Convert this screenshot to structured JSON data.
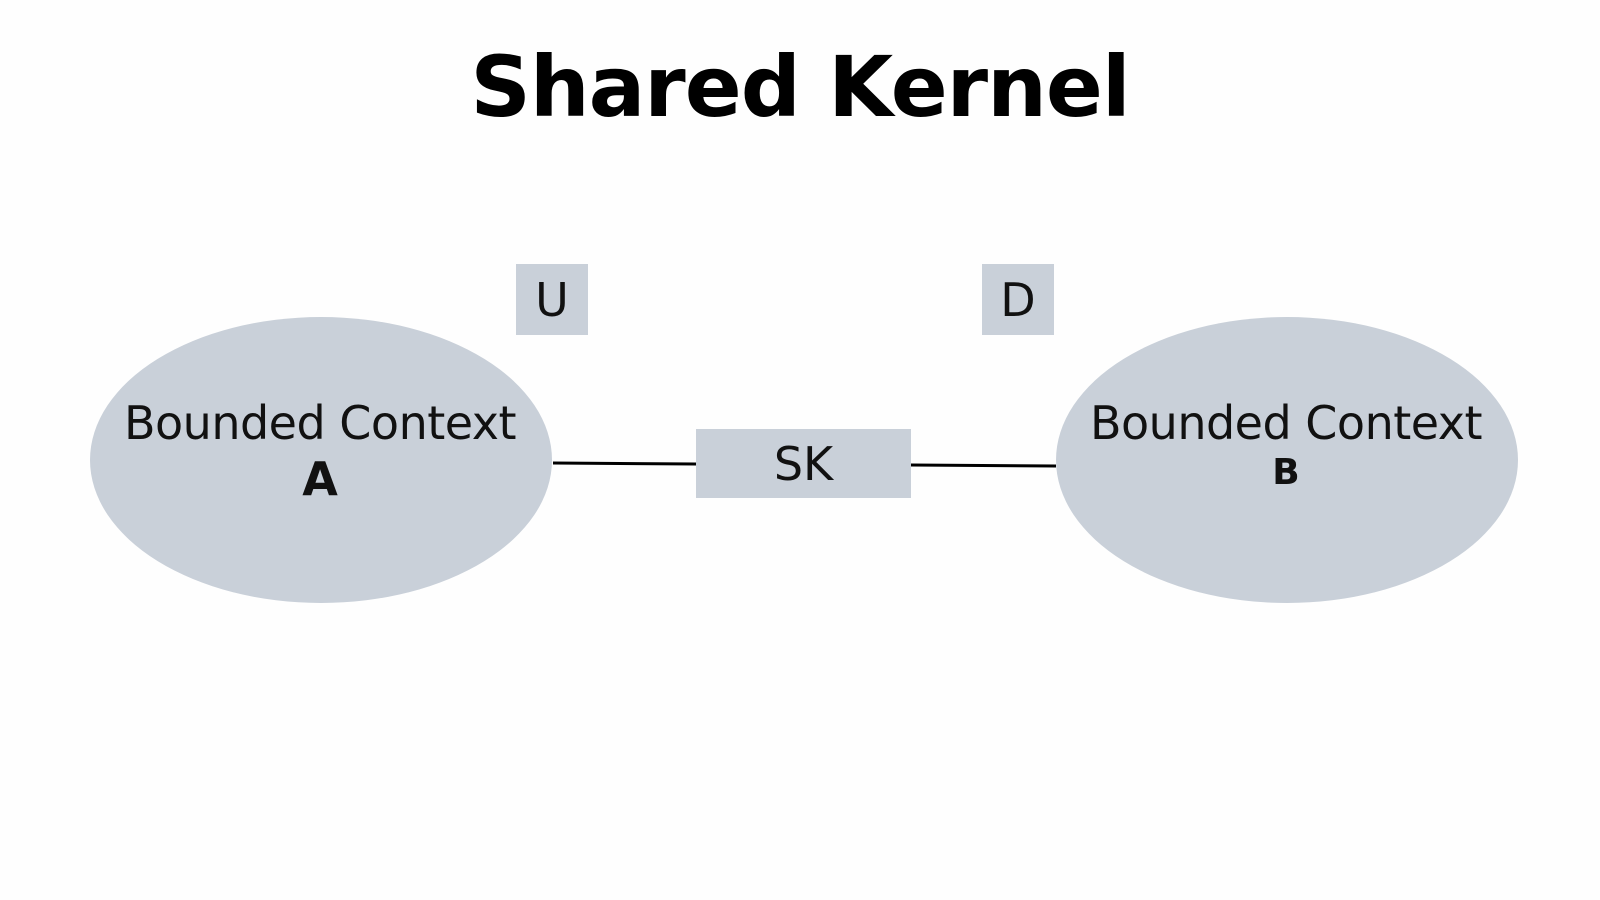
{
  "title": "Shared Kernel",
  "colors": {
    "background": "#fefefe",
    "shape_fill": "#c9d0d9",
    "connector": "#000000",
    "text": "#111111"
  },
  "contexts": [
    {
      "name": "Bounded Context",
      "id": "A"
    },
    {
      "name": "Bounded Context",
      "id": "B"
    }
  ],
  "roles": {
    "upstream": "U",
    "downstream": "D"
  },
  "shared_kernel": {
    "label": "SK"
  }
}
